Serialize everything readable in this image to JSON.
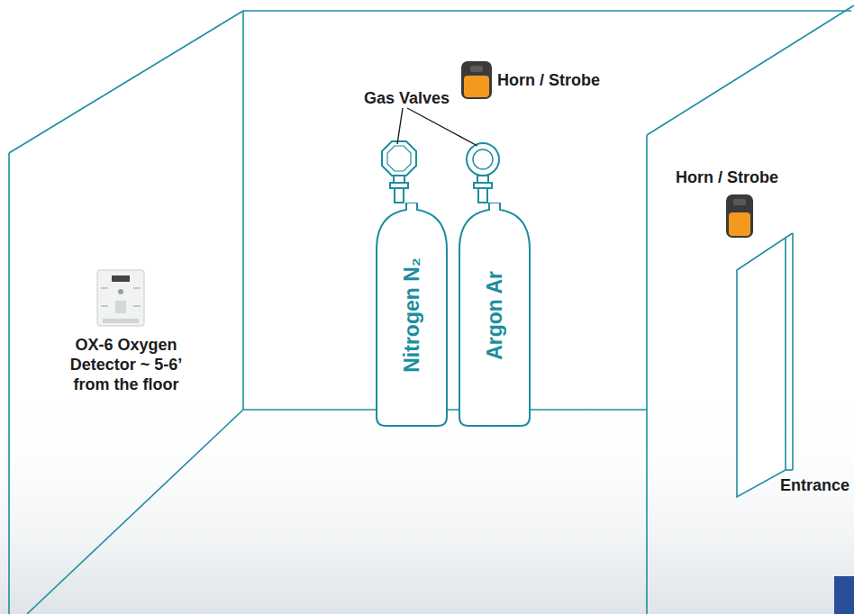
{
  "diagram": {
    "nodes": [
      {
        "text": [
          "Nitrogen N₂"
        ]
      },
      {
        "text": [
          "Argon Ar"
        ]
      }
    ],
    "labels": [
      "Horn / Strobe",
      "Gas Valves",
      "Horn / Strobe",
      "OX-6 Oxygen Detector ~ 5-6’ from the floor",
      "Entrance"
    ]
  }
}
